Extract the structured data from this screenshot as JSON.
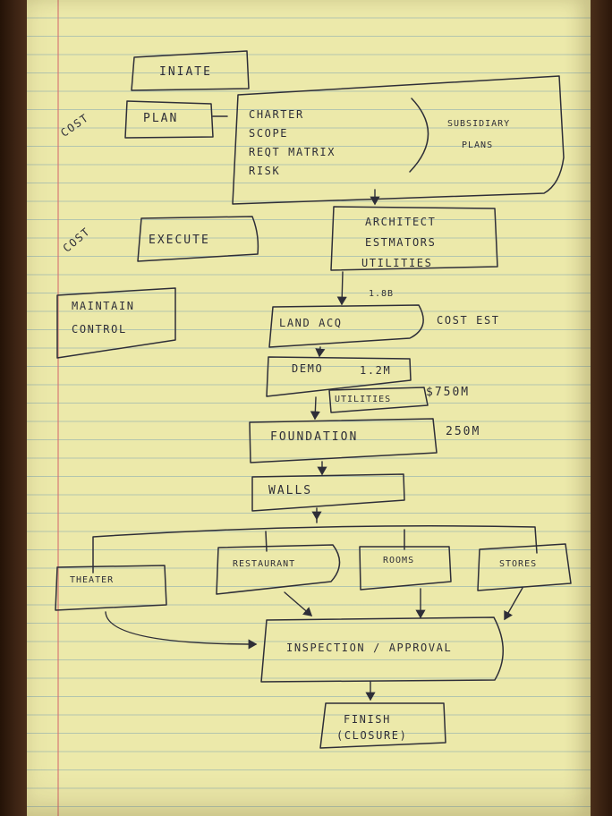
{
  "phases": {
    "initiate": "INIATE",
    "plan": "PLAN",
    "execute": "EXECUTE",
    "maintain_control": [
      "MAINTAIN",
      "CONTROL"
    ]
  },
  "side_notes": {
    "cost_plan": "COST",
    "cost_execute": "COST"
  },
  "plan_details": {
    "items": [
      "CHARTER",
      "SCOPE",
      "REQT MATRIX",
      "RISK"
    ],
    "subsidiary": [
      "SUBSIDIARY",
      "PLANS"
    ]
  },
  "execute_team": [
    "ARCHITECT",
    "ESTMATORS",
    "UTILITIES"
  ],
  "flow": {
    "land": {
      "label": "LAND ACQ",
      "amount_top": "1.8B",
      "note": "COST EST"
    },
    "demo": {
      "label": "DEMO",
      "amount": "1.2M"
    },
    "utilities": {
      "label": "UTILITIES",
      "amount": "$750M"
    },
    "foundation": {
      "label": "FOUNDATION",
      "amount": "250M"
    },
    "walls": "WALLS",
    "branches": [
      "THEATER",
      "RESTAURANT",
      "ROOMS",
      "STORES"
    ],
    "inspection": "INSPECTION / APPROVAL",
    "finish": [
      "FINISH",
      "(CLOSURE)"
    ]
  },
  "colors": {
    "ink": "#2e2e38",
    "paper": "#ece9aa",
    "margin_line": "#d67070",
    "rule_line": "#84a8b2"
  }
}
